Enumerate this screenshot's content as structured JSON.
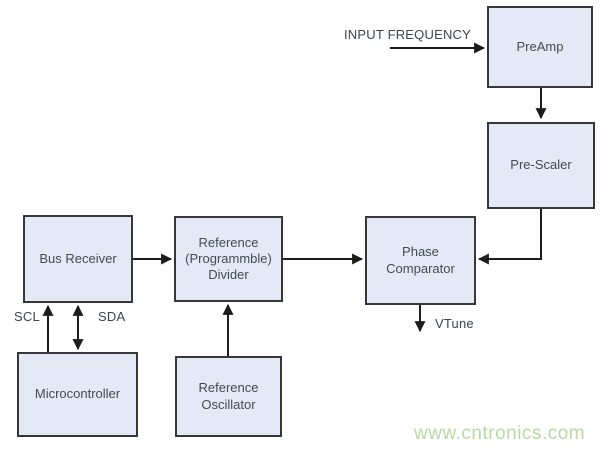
{
  "theme": {
    "canvas_bg": "#ffffff",
    "box_fill": "#e4eaf5",
    "box_border": "#373737",
    "text_color": "#3f4a58",
    "wire_color": "#1c1c1c",
    "watermark_color": "#b5dba1"
  },
  "boxes": [
    {
      "id": "bus-receiver",
      "label": "Bus Receiver"
    },
    {
      "id": "reference-divider",
      "label": "Reference\n(Programmble)\nDivider"
    },
    {
      "id": "phase-comparator",
      "label": "Phase\nComparator"
    },
    {
      "id": "preamp",
      "label": "PreAmp"
    },
    {
      "id": "pre-scaler",
      "label": "Pre-Scaler"
    },
    {
      "id": "microcontroller",
      "label": "Microcontroller"
    },
    {
      "id": "reference-oscillator",
      "label": "Reference\nOscillator"
    }
  ],
  "labels": {
    "input_frequency": "INPUT FREQUENCY",
    "scl": "SCL",
    "sda": "SDA",
    "vtune": "VTune"
  },
  "watermark": {
    "text": "www.cntronics.com"
  }
}
